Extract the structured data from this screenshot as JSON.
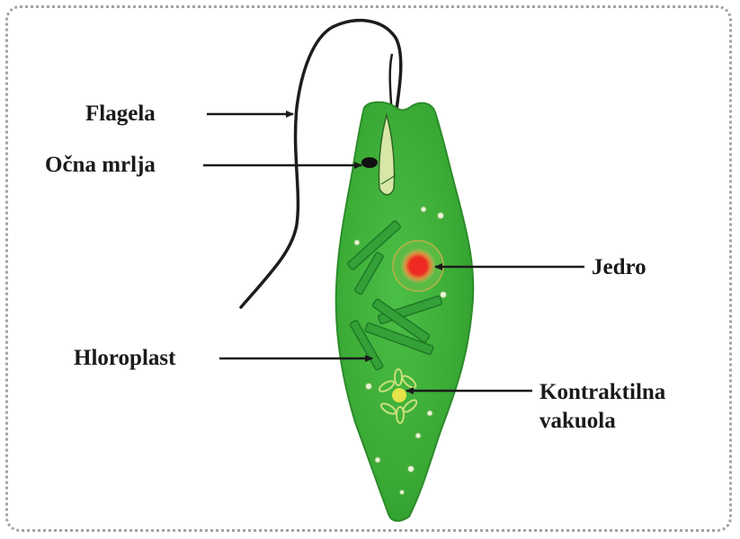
{
  "labels": {
    "flagela": "Flagela",
    "ocna_mrlja": "Očna mrlja",
    "jedro": "Jedro",
    "hloroplast": "Hloroplast",
    "kontraktilna_vakuola": [
      "Kontraktilna",
      "vakuola"
    ]
  },
  "colors": {
    "body": "#3aaa35",
    "body_edge": "#2c8c2a",
    "chloroplast": "#2f9a3a",
    "nucleus": "#e8241f",
    "nucleus_halo": "#e4c46a",
    "eyespot": "#111111",
    "frame": "#a3a3a3",
    "arrow": "#1a1a1a"
  }
}
